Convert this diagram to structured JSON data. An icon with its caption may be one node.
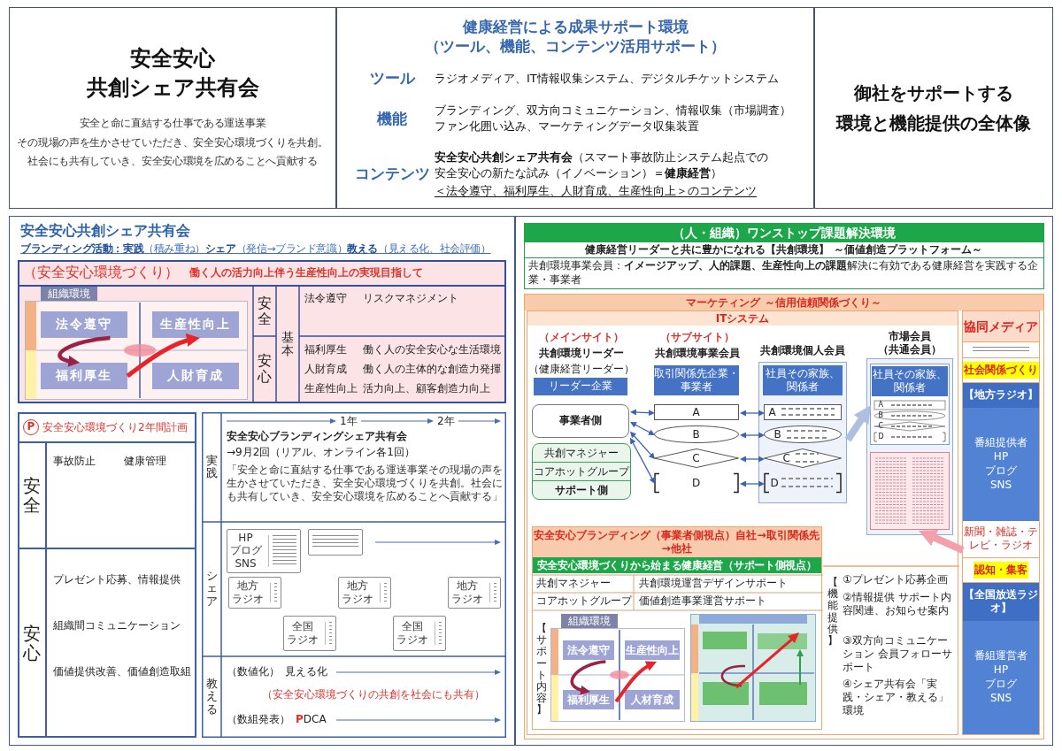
{
  "diagram": {
    "nodes": [
      {
        "text": [
          "安全安心共創シェア共有会",
          "安全と命に直結する仕事である運送事業その現場の声を生かさせていただき、安全安心環境づくりを共創。社会にも共有していき、安全安心環境を広めることへ貢献する"
        ]
      },
      {
        "text": [
          "健康経営による成果サポート環境（ツール、機能、コンテンツ活用サポート）",
          "ツール",
          "ラジオメディア、IT情報収集システム、デジタルチケットシステム",
          "機能",
          "ブランディング、双方向コミュニケーション、情報収集（市場調査）ファン化囲い込み、マーケティングデータ収集装置",
          "コンテンツ",
          "**安全安心共創シェア共有会**（スマート事故防止システム起点での安全安心の新たな試み（イノベーション）＝**健康経営**）",
          "＜法令遵守、福利厚生、人財育成、生産性向上＞のコンテンツ"
        ]
      },
      {
        "text": [
          "御社をサポートする環境と機能提供の全体像"
        ]
      },
      {
        "text": [
          "安全安心共創シェア共有会",
          "**ブランディング活動：実践**（積み重ね）**シェア**（発信→ブランド意識）**教える**（見える化、社会評価）"
        ]
      },
      {
        "text": [
          "（安全安心環境づくり）",
          "働く人の活力向上伴う生産性向上の実現目指して"
        ],
        "in": 3
      },
      {
        "text": [
          "組織環境"
        ],
        "in": 4
      },
      {
        "text": [
          "法令遵守"
        ],
        "in": 5
      },
      {
        "text": [
          "生産性向上"
        ],
        "in": 5
      },
      {
        "text": [
          "福利厚生"
        ],
        "in": 5
      },
      {
        "text": [
          "人財育成"
        ],
        "in": 5
      },
      {
        "text": [
          "HP",
          "ブログ",
          "SNS"
        ],
        "in": 3
      },
      {
        "text": [
          "地方ラジオ"
        ],
        "in": 3
      },
      {
        "text": [
          "全国ラジオ"
        ],
        "in": 3
      },
      {
        "text": [
          "地方ラジオ"
        ],
        "in": 3
      },
      {
        "text": [
          "全国ラジオ"
        ],
        "in": 3
      },
      {
        "text": [
          "地方ラジオ"
        ],
        "in": 3
      },
      {
        "text": [],
        "shape": "box"
      },
      {
        "text": [
          "（人・組織）ワンストップ課題解決環境",
          "健康経営リーダーと共に豊かになれる【共創環境】 ～価値創造プラットフォーム～",
          "共創環境事業会員：**イメージアップ、人的課題、生産性向上の課題**解決に有効である健康経営を実践する企業・事業者"
        ],
        "in": 16
      },
      {
        "text": [
          "マーケティング ～信用信頼関係づくり～"
        ],
        "in": 16
      },
      {
        "text": [
          "ITシステム"
        ],
        "in": 18
      },
      {
        "text": [
          "協同メディア",
          "社会関係づくり",
          "【地方ラジオ】",
          "番組提供者",
          "HP",
          "ブログ",
          "SNS",
          "新聞・雑誌・テレビ・ラジオ",
          "認知・集客",
          "【全国放送ラジオ】",
          "番組運営者",
          "HP",
          "ブログ",
          "SNS"
        ],
        "in": 18
      },
      {
        "text": [
          "リーダー企業"
        ],
        "in": 19
      },
      {
        "text": [
          "取引関係先企業・事業者"
        ],
        "in": 19
      },
      {
        "text": [
          "共創環境個人会員"
        ],
        "in": 19
      },
      {
        "text": [
          "社員その家族、関係者"
        ],
        "in": 23
      },
      {
        "text": [
          "市場会員（共通会員）"
        ],
        "in": 19
      },
      {
        "text": [
          "社員その家族、関係者",
          "A",
          "B",
          "C",
          "D"
        ],
        "in": 25
      },
      {
        "text": [],
        "shape": "picture",
        "in": 25
      },
      {
        "text": [
          "事業者側"
        ],
        "in": 19
      },
      {
        "text": [
          "共創マネジャー",
          "コアホットグループ",
          "サポート側"
        ],
        "in": 19
      },
      {
        "text": [
          "A"
        ],
        "in": 19
      },
      {
        "text": [
          "B"
        ],
        "in": 19
      },
      {
        "text": [
          "C"
        ],
        "in": 19
      },
      {
        "text": [
          "D"
        ],
        "in": 19
      },
      {
        "text": [
          "A"
        ],
        "in": 23
      },
      {
        "text": [
          "B"
        ],
        "in": 23
      },
      {
        "text": [
          "C"
        ],
        "in": 23
      },
      {
        "text": [
          "D"
        ],
        "in": 23
      },
      {
        "text": [
          "安全安心ブランディング（事業者側視点）自社→取引関係先→他社",
          "安全安心環境づくりから始まる健康経営（サポート側視点）"
        ],
        "in": 19
      },
      {
        "text": [
          "組織環境"
        ],
        "in": 38
      },
      {
        "text": [
          "法令遵守"
        ],
        "in": 39
      },
      {
        "text": [
          "生産性向上"
        ],
        "in": 39
      },
      {
        "text": [
          "福利厚生"
        ],
        "in": 39
      },
      {
        "text": [
          "人材育成"
        ],
        "in": 39
      },
      {
        "text": [],
        "shape": "picture",
        "in": 38
      },
      {
        "text": [],
        "shape": "box",
        "in": 3
      }
    ],
    "edges": [
      {
        "from": 6,
        "to": 8,
        "arrow": "to",
        "style": "thick",
        "color": "#9b2242"
      },
      {
        "from": 8,
        "to": 7,
        "arrow": "to",
        "style": "thick",
        "color": "#e8242b"
      },
      {
        "from": 28,
        "to": 30,
        "arrow": "both"
      },
      {
        "from": 28,
        "to": 31,
        "arrow": "both"
      },
      {
        "from": 28,
        "to": 32,
        "arrow": "both"
      },
      {
        "from": 28,
        "to": 33,
        "arrow": "both"
      },
      {
        "from": 30,
        "to": 34,
        "arrow": "both"
      },
      {
        "from": 31,
        "to": 35,
        "arrow": "both"
      },
      {
        "from": 32,
        "to": 36,
        "arrow": "both"
      },
      {
        "from": 33,
        "to": 37,
        "arrow": "both"
      },
      {
        "from": 23,
        "to": 26,
        "arrow": "to",
        "style": "thick",
        "color": "#aebfe0"
      },
      {
        "from": 20,
        "to": 27,
        "arrow": "to",
        "style": "thick",
        "color": "#f3a0ad"
      },
      {
        "from": 40,
        "to": 42,
        "arrow": "to",
        "style": "thick",
        "color": "#9b2242"
      },
      {
        "from": 42,
        "to": 41,
        "arrow": "to",
        "style": "thick",
        "color": "#e8242b"
      }
    ],
    "labels": [
      "安全",
      "基本",
      "法令遵守",
      "リスクマネジメント",
      "安心",
      "福利厚生",
      "働く人の安全安心な生活環境",
      "人財育成",
      "働く人の主体的な創造力発揮",
      "生産性向上",
      "活力向上、顧客創造力向上",
      "P",
      "安全安心環境づくり2年間計画",
      "安全",
      "事故防止",
      "健康管理",
      "安心",
      "プレゼント応募、情報提供",
      "組織間コミュニケーション",
      "価値提供改善、価値創造取組",
      "1年",
      "2年",
      "実践",
      "安全安心ブランディングシェア共有会",
      "→9月2回（リアル、オンライン各1回）",
      "「安全と命に直結する仕事である運送事業その現場の声を生かさせていただき、安全安心環境づくりを共創。社会にも共有していき、安全安心環境を広めることへ貢献する」",
      "シェア",
      "教える",
      "（数値化）",
      "見える化",
      "（安全安心環境づくりの共創を社会にも共有）",
      "（数組発表）",
      "PDCA",
      "（メインサイト）",
      "（サブサイト）",
      "共創環境リーダー",
      "共創環境事業会員",
      "（健康経営リーダー）",
      "共創マネジャー",
      "共創環境運営デザインサポート",
      "コアホットグループ",
      "価値創造事業運営サポート",
      "【サポート内容】",
      "【機能提供】",
      "①プレゼント応募企画",
      "②情報提供 サポート内容関連、お知らせ案内",
      "③双方向コミュニケーション 会員フォローサポート",
      "④シェア共有会「実践・シェア・教える」環境"
    ]
  }
}
